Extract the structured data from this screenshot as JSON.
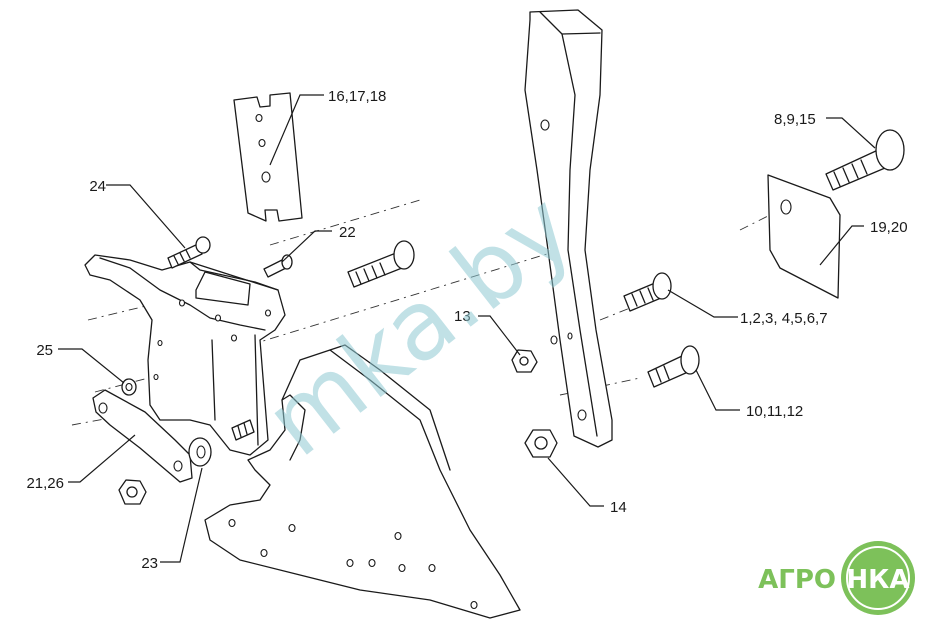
{
  "labels": {
    "l16": "16,17,18",
    "l24": "24",
    "l22": "22",
    "l13": "13",
    "l25": "25",
    "l21": "21,26",
    "l23": "23",
    "l14": "14",
    "l8": "8,9,15",
    "l19": "19,20",
    "l1": "1,2,3, 4,5,6,7",
    "l10": "10,11,12"
  },
  "watermark": "mka.by",
  "logo": {
    "left": "АГРО",
    "right": "НКА"
  },
  "colors": {
    "line": "#1a1a1a",
    "logo_green": "#7dc15a",
    "watermark": "#8fc9d3"
  }
}
